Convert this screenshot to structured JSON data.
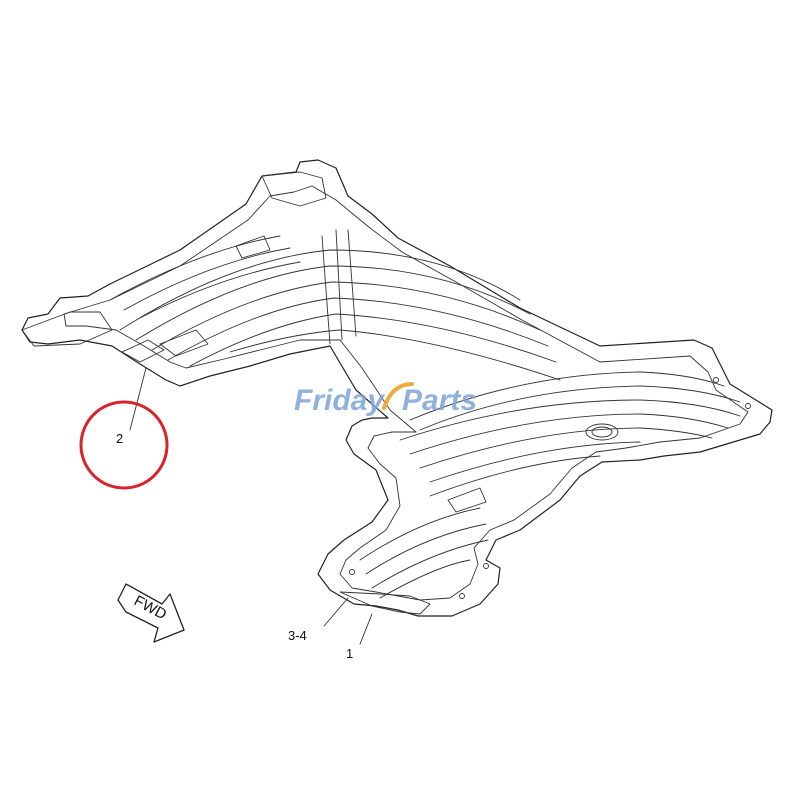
{
  "diagram": {
    "callouts": {
      "part_2": "2",
      "part_3_4": "3-4",
      "part_1": "1"
    },
    "direction_arrow": {
      "label": "FWD"
    },
    "highlight_circle": {
      "color": "#d9232a",
      "target": "2"
    }
  },
  "watermark": {
    "text_part1": "Friday",
    "text_part2": "Parts",
    "color_primary": "#7da3d8",
    "color_accent": "#f2a93b"
  }
}
